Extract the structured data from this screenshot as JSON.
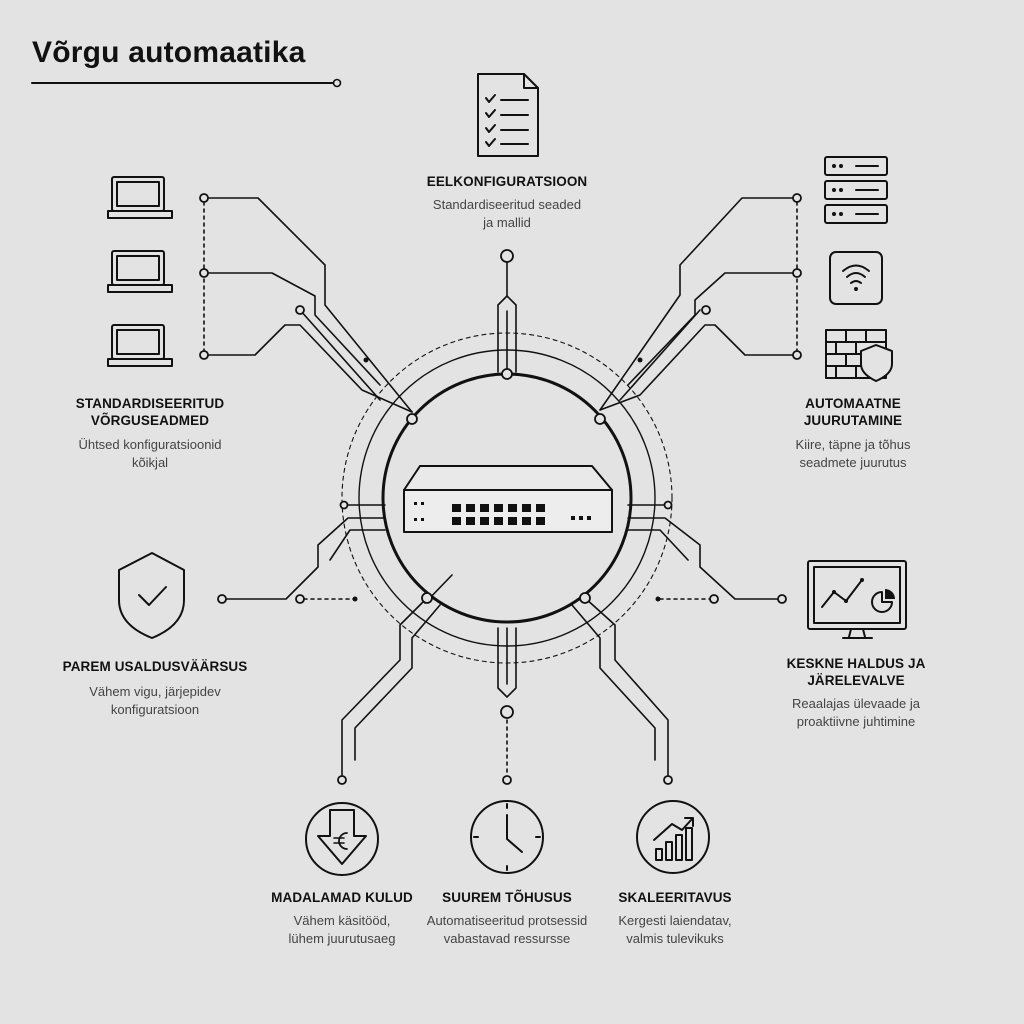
{
  "title": "Võrgu automaatika",
  "nodes": {
    "top": {
      "label": "EELKONFIGURATSIOON",
      "desc1": "Standardiseeritud seaded",
      "desc2": "ja mallid"
    },
    "left_top": {
      "label1": "STANDARDISEERITUD",
      "label2": "VÕRGUSEADMED",
      "desc1": "Ühtsed konfiguratsioonid",
      "desc2": "kõikjal"
    },
    "right_top": {
      "label1": "AUTOMAATNE",
      "label2": "JUURUTAMINE",
      "desc1": "Kiire, täpne ja tõhus",
      "desc2": "seadmete juurutus"
    },
    "left_mid": {
      "label": "PAREM USALDUSVÄÄRSUS",
      "desc1": "Vähem vigu, järjepidev",
      "desc2": "konfiguratsioon"
    },
    "right_mid": {
      "label1": "KESKNE HALDUS JA",
      "label2": "JÄRELEVALVE",
      "desc1": "Reaalajas ülevaade ja",
      "desc2": "proaktiivne juhtimine"
    },
    "bottom_left": {
      "label": "MADALAMAD KULUD",
      "desc1": "Vähem käsitööd,",
      "desc2": "lühem juurutusaeg"
    },
    "bottom_center": {
      "label": "SUUREM TÕHUSUS",
      "desc1": "Automatiseeritud protsessid",
      "desc2": "vabastavad ressursse"
    },
    "bottom_right": {
      "label": "SKALEERITAVUS",
      "desc1": "Kergesti laiendatav,",
      "desc2": "valmis tulevikuks"
    }
  },
  "icons": {
    "center": "network-switch-icon",
    "top": "checklist-document-icon",
    "left_top": "laptop-icon",
    "right_top": [
      "server-rack-icon",
      "wifi-icon",
      "firewall-icon"
    ],
    "left_mid": "shield-check-icon",
    "right_mid": "monitor-chart-icon",
    "bottom_left": "euro-down-icon",
    "bottom_center": "clock-icon",
    "bottom_right": "growth-chart-icon"
  },
  "colors": {
    "background": "#e3e3e3",
    "ink": "#111111",
    "muted": "#444444"
  }
}
